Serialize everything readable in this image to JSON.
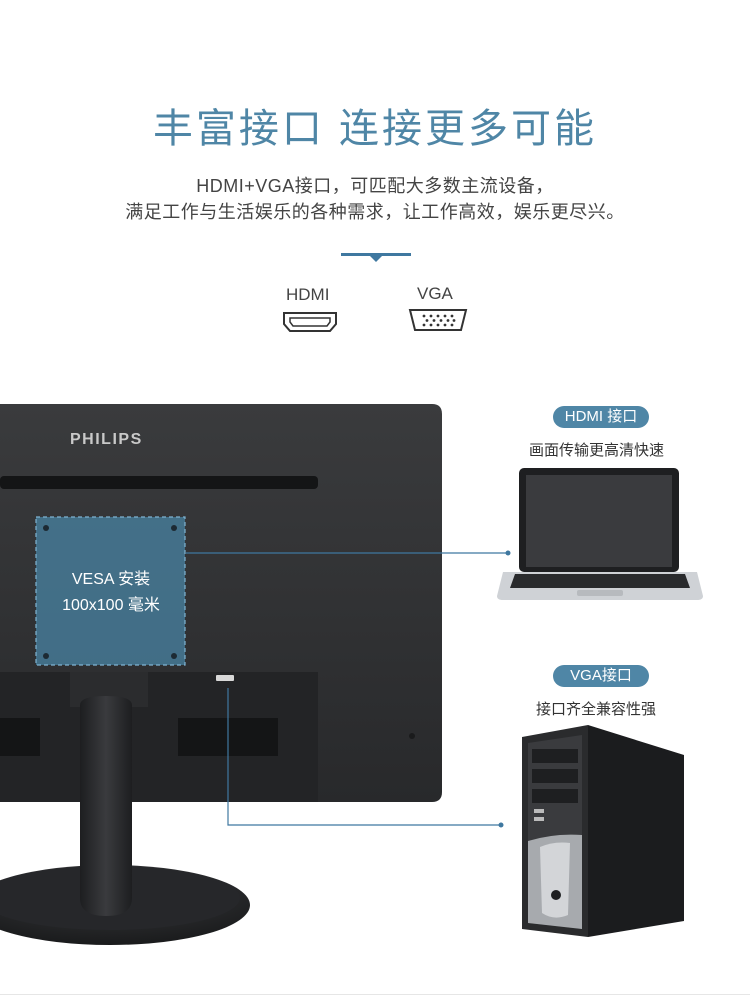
{
  "headline": "丰富接口  连接更多可能",
  "subtitle_line1": "HDMI+VGA接口，可匹配大多数主流设备，",
  "subtitle_line2": "满足工作与生活娱乐的各种需求，让工作高效，娱乐更尽兴。",
  "ports": [
    {
      "label": "HDMI",
      "icon": "hdmi-port-icon"
    },
    {
      "label": "VGA",
      "icon": "vga-port-icon"
    }
  ],
  "monitor": {
    "brand": "PHILIPS",
    "vesa_line1": "VESA 安装",
    "vesa_line2": "100x100 毫米"
  },
  "hdmi_callout": {
    "badge": "HDMI 接口",
    "caption": "画面传输更高清快速",
    "icon": "laptop-icon"
  },
  "vga_callout": {
    "badge": "VGA接口",
    "caption": "接口齐全兼容性强",
    "icon": "desktop-pc-icon"
  },
  "colors": {
    "accent": "#4f86a6",
    "line": "#3f78a0",
    "monitor_body": "#2e2f31"
  }
}
